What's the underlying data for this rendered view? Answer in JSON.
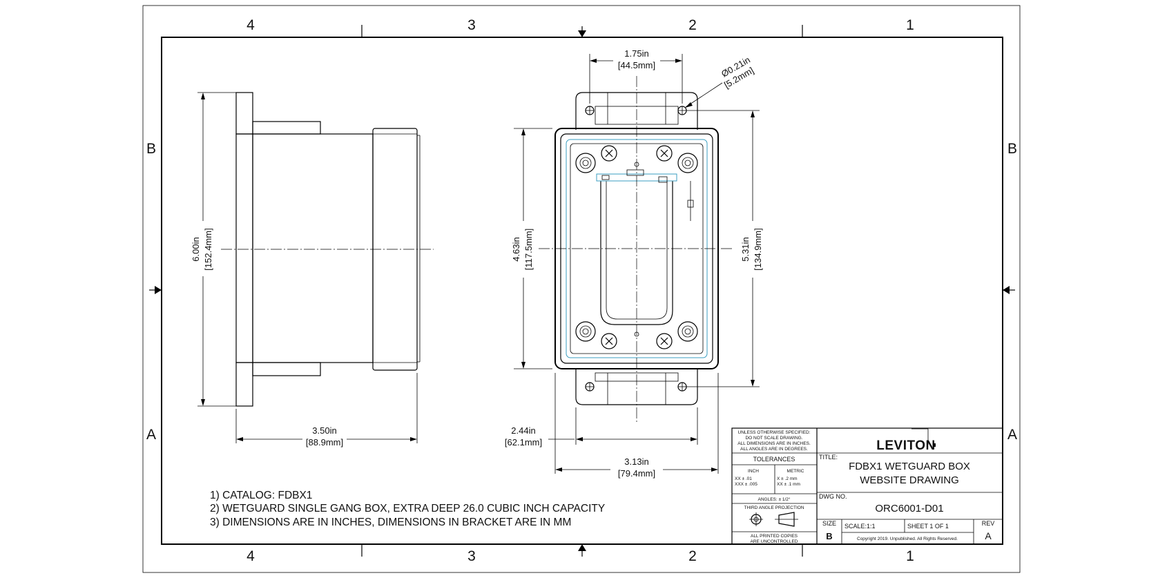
{
  "zones": {
    "top": [
      "4",
      "3",
      "2",
      "1"
    ],
    "bottom": [
      "4",
      "3",
      "2",
      "1"
    ],
    "left": [
      "B",
      "A"
    ],
    "right": [
      "B",
      "A"
    ]
  },
  "dimensions": {
    "height_overall": [
      "6.00in",
      "[152.4mm]"
    ],
    "depth": [
      "3.50in",
      "[88.9mm]"
    ],
    "hole_spacing_width": [
      "1.75in",
      "[44.5mm]"
    ],
    "hole_diameter": [
      "Ø0.21in",
      "[5.2mm]"
    ],
    "body_height": [
      "4.63in",
      "[117.5mm]"
    ],
    "hole_spacing_height": [
      "5.31in",
      "[134.9mm]"
    ],
    "flange_width": [
      "2.44in",
      "[62.1mm]"
    ],
    "body_width": [
      "3.13in",
      "[79.4mm]"
    ]
  },
  "notes": [
    "1) CATALOG: FDBX1",
    "2) WETGUARD SINGLE GANG BOX, EXTRA DEEP 26.0 CUBIC INCH CAPACITY",
    "3) DIMENSIONS ARE IN INCHES, DIMENSIONS IN BRACKET ARE IN MM"
  ],
  "title_block": {
    "unless_lines": [
      "UNLESS OTHERWISE SPECIFIED:",
      "DO NOT SCALE DRAWING.",
      "ALL DIMENSIONS ARE IN INCHES.",
      "ALL ANGLES ARE IN DEGREES."
    ],
    "tolerances_label": "TOLERANCES",
    "inch_label": "INCH",
    "metric_label": "METRIC",
    "inch_values": [
      "XX   ± .01",
      "XXX  ± .005"
    ],
    "metric_values": [
      "X    ± .2 mm",
      "XX   ± .1 mm"
    ],
    "angles": "ANGLES: ± 1/2°",
    "projection": "THIRD ANGLE PROJECTION",
    "printed_lines": [
      "ALL PRINTED COPIES",
      "ARE UNCONTROLLED"
    ],
    "logo": "LEVITON",
    "title_label": "TITLE:",
    "title_lines": [
      "FDBX1 WETGUARD BOX",
      "WEBSITE DRAWING"
    ],
    "dwg_label": "DWG NO.",
    "dwg_no": "ORC6001-D01",
    "size_label": "SIZE",
    "size": "B",
    "scale": "SCALE:1:1",
    "sheet": "SHEET 1 OF 1",
    "rev_label": "REV",
    "rev": "A",
    "copyright": "Copyright 2019. Unpublished. All Rights Reserved."
  }
}
